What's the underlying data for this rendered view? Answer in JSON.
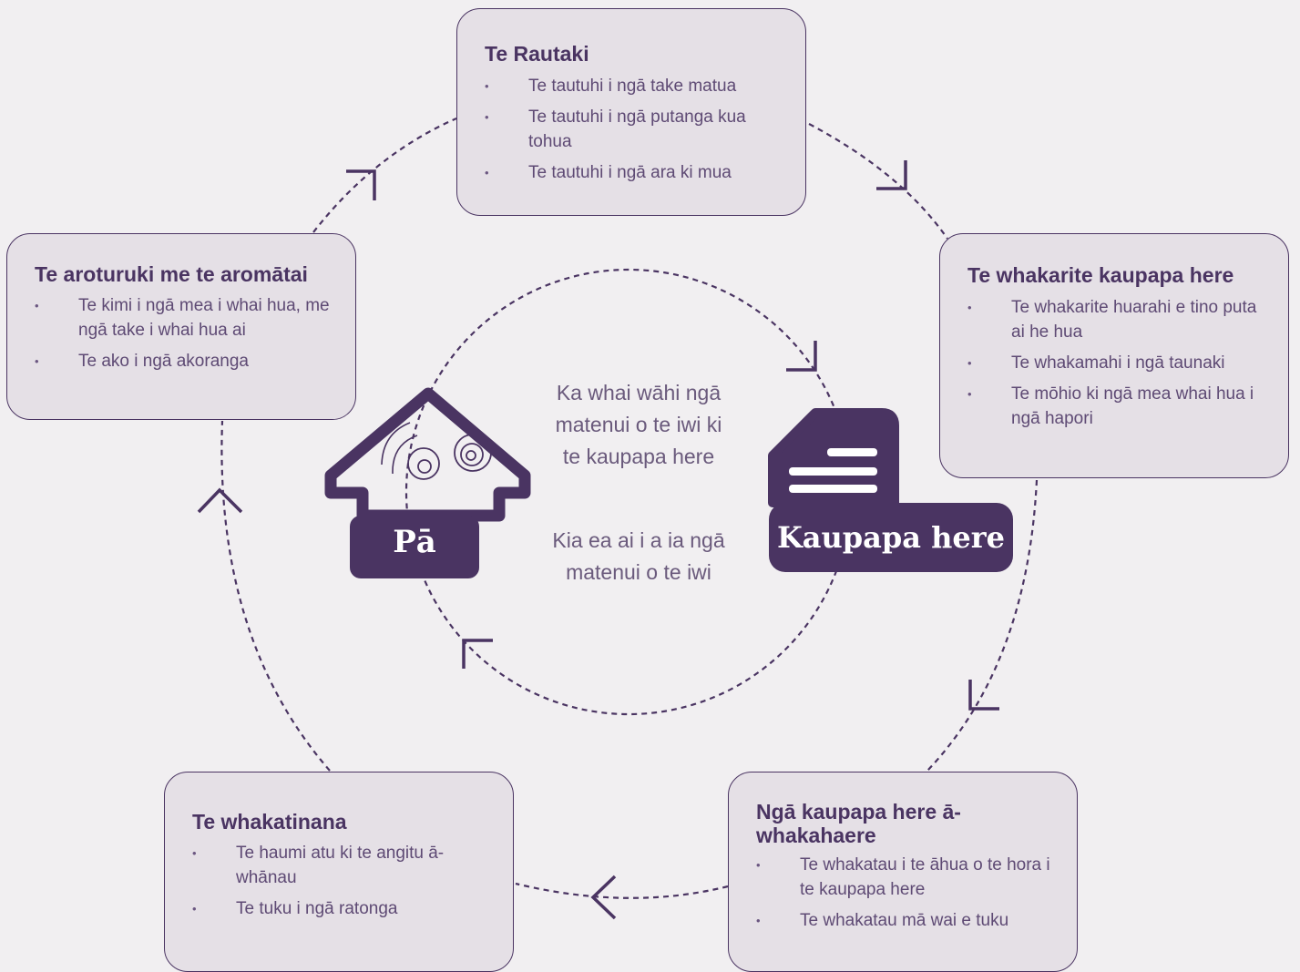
{
  "strategy": {
    "title": "Te Rautaki",
    "items": [
      "Te tautuhi i ngā take matua",
      "Te tautuhi i ngā putanga kua tohua",
      "Te tautuhi i ngā ara ki mua"
    ]
  },
  "development": {
    "title": "Te whakarite kaupapa here",
    "items": [
      "Te whakarite huarahi e tino puta ai he hua",
      "Te whakamahi i ngā taunaki",
      "Te mōhio ki ngā mea whai hua i ngā hapori"
    ]
  },
  "governance": {
    "title": "Ngā kaupapa here ā-whakahaere",
    "items": [
      "Te whakatau i te āhua o te hora i te kaupapa here",
      "Te whakatau mā wai e tuku"
    ]
  },
  "implementation": {
    "title": "Te whakatinana",
    "items": [
      "Te haumi atu ki te angitu ā-whānau",
      "Te tuku i ngā ratonga"
    ]
  },
  "monitoring": {
    "title": "Te aroturuki me te aromātai",
    "items": [
      "Te kimi i ngā mea i whai hua, me ngā take i whai hua ai",
      "Te ako i ngā akoranga"
    ]
  },
  "center": {
    "statement_1": "Ka whai wāhi ngā matenui o te iwi ki te kaupapa here",
    "statement_2": "Kia ea ai i a ia ngā matenui o te iwi"
  },
  "pa": {
    "label": "Pā",
    "icon": "marae-house-icon"
  },
  "policy": {
    "label": "Kaupapa here",
    "icon": "document-icon"
  },
  "colors": {
    "primary": "#4a3462",
    "box_fill": "#e5e0e6",
    "background": "#f1eff1",
    "text": "#5e4a74"
  }
}
